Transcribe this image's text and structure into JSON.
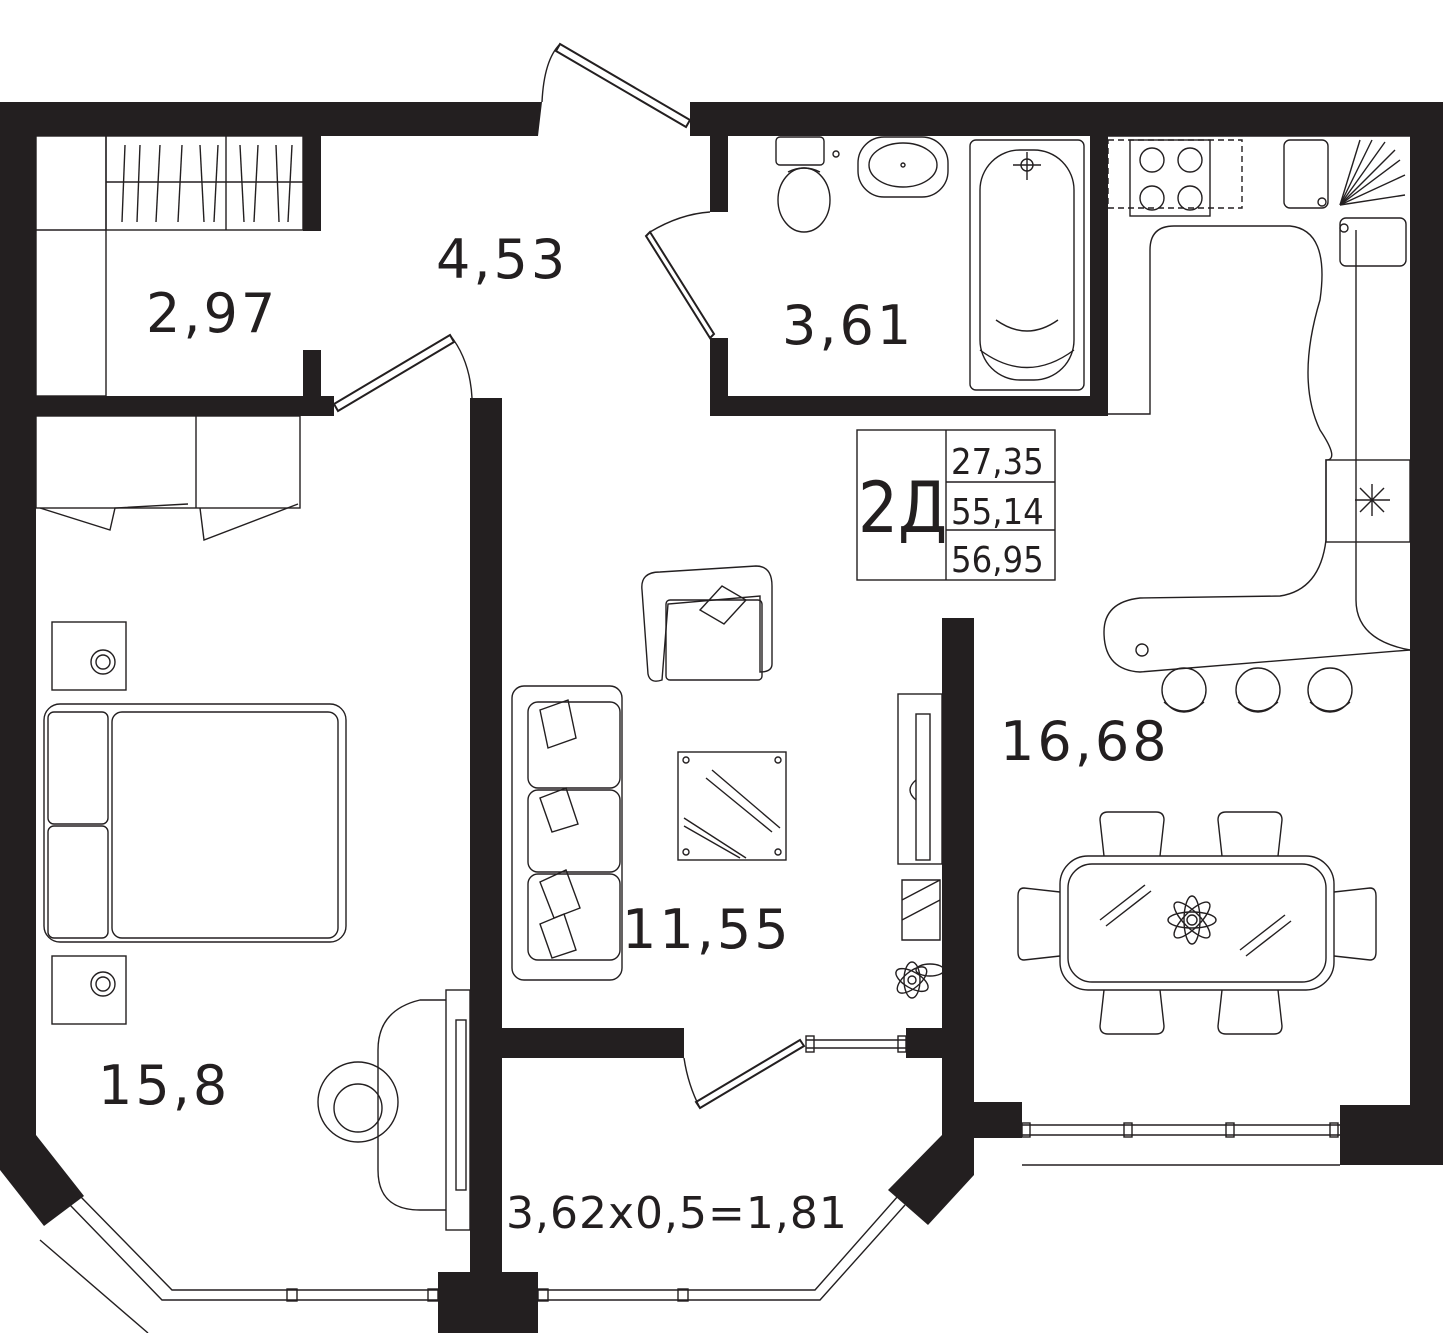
{
  "unit": {
    "type": "2Д",
    "living_area": "27,35",
    "total_area": "55,14",
    "total_area_with_balcony": "56,95"
  },
  "rooms": {
    "storage": "2,97",
    "hall": "4,53",
    "bathroom": "3,61",
    "bedroom": "15,8",
    "living_room": "11,55",
    "kitchen_dining": "16,68",
    "balcony": "3,62x0,5=1,81"
  }
}
